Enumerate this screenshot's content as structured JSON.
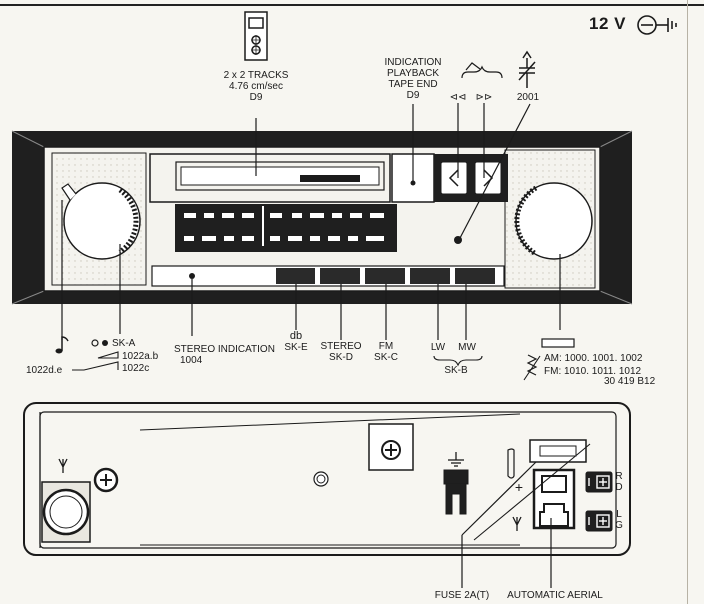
{
  "header": {
    "voltage": "12 V"
  },
  "labels": {
    "tracks": [
      "2 x 2 TRACKS",
      "4.76 cm/sec",
      "D9"
    ],
    "indication": [
      "INDICATION",
      "PLAYBACK",
      "TAPE END",
      "D9"
    ],
    "rewind_symbol": "⊲⊲",
    "ffwd_symbol": "⊳⊳",
    "tuning_code": "2001",
    "volume_code": "1022d.e",
    "sk_a": "SK-A",
    "code_1022ab": "1022a.b",
    "code_1022c": "1022c",
    "stereo_indication": [
      "STEREO  INDICATION",
      "1004"
    ],
    "db": [
      "db",
      "SK-E"
    ],
    "stereo_button": [
      "STEREO",
      "SK-D"
    ],
    "fm": [
      "FM",
      "SK-C"
    ],
    "lw": "LW",
    "mw": "MW",
    "sk_b": "SK-B",
    "am_codes": "AM: 1000. 1001. 1002",
    "fm_codes": "FM: 1010. 1011. 1012",
    "drawing_number": "30 419   B12",
    "fuse": "FUSE 2A(T)",
    "automatic_aerial": "AUTOMATIC AERIAL",
    "conn_r": "R",
    "conn_d": "D",
    "conn_l": "L",
    "conn_g": "G",
    "plus": "+"
  },
  "icons": [
    "cassette-icon",
    "ground-icon",
    "music-note-icon",
    "antenna-icon",
    "tuning-capacitor-icon",
    "phillips-screw-icon",
    "chassis-ground-icon"
  ],
  "colors": {
    "ink": "#1b1b1b",
    "paper": "#f7f6f1",
    "panel": "#2a2a2a"
  }
}
